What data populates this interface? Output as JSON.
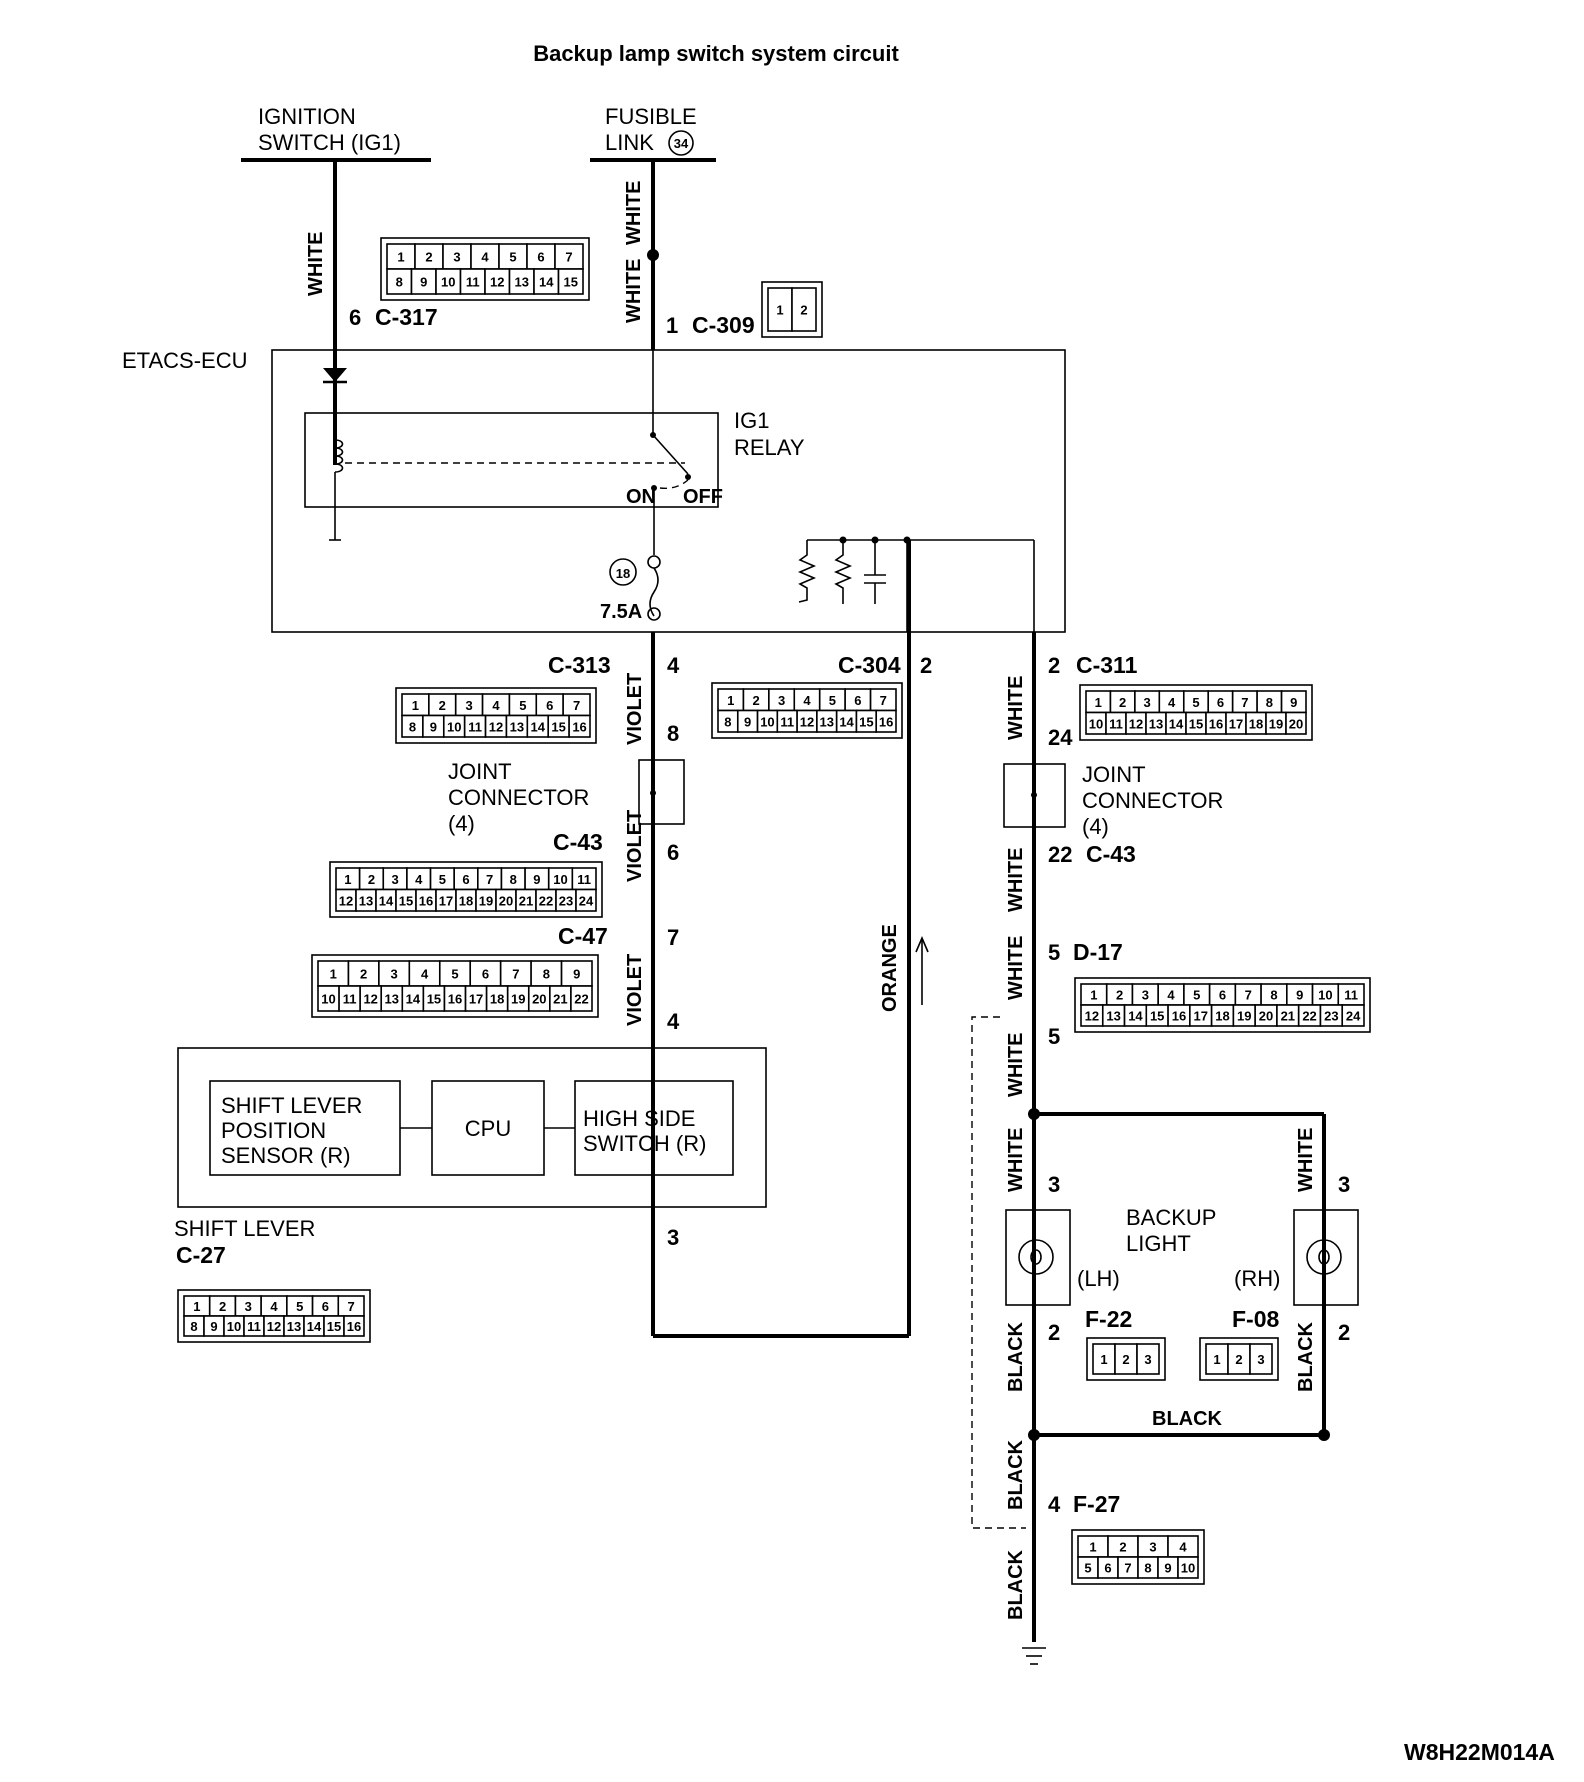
{
  "title": "Backup lamp switch system circuit",
  "figure_code": "W8H22M014A",
  "sources": {
    "ignition": [
      "IGNITION",
      "SWITCH (IG1)"
    ],
    "fusible": [
      "FUSIBLE",
      "LINK"
    ],
    "fusible_no": "34"
  },
  "ecu": {
    "name": "ETACS-ECU",
    "relay": [
      "IG1",
      "RELAY"
    ],
    "on": "ON",
    "off": "OFF",
    "fuse_no": "18",
    "fuse_rating": "7.5A"
  },
  "connectors": {
    "c317": "C-317",
    "c309": "C-309",
    "c313": "C-313",
    "c304": "C-304",
    "c311": "C-311",
    "c43": "C-43",
    "c47": "C-47",
    "c27": "C-27",
    "d17": "D-17",
    "f22": "F-22",
    "f08": "F-08",
    "f27": "F-27"
  },
  "pins": {
    "p6": "6",
    "p1": "1",
    "p4": "4",
    "p8": "8",
    "p7": "7",
    "p3": "3",
    "p2": "2",
    "p24": "24",
    "p22": "22",
    "p5": "5"
  },
  "wires": {
    "white": "WHITE",
    "violet": "VIOLET",
    "orange": "ORANGE",
    "black": "BLACK"
  },
  "joint_connector": [
    "JOINT",
    "CONNECTOR",
    "(4)"
  ],
  "shift_lever": {
    "name": "SHIFT LEVER",
    "sensor": [
      "SHIFT LEVER",
      "POSITION",
      "SENSOR (R)"
    ],
    "cpu": "CPU",
    "switch": [
      "HIGH SIDE",
      "SWITCH (R)"
    ]
  },
  "backup_light": {
    "name": [
      "BACKUP",
      "LIGHT"
    ],
    "lh": "(LH)",
    "rh": "(RH)"
  },
  "face_cells": {
    "c317": [
      [
        "1",
        "2",
        "3",
        "4",
        "5",
        "6",
        "7"
      ],
      [
        "8",
        "9",
        "10",
        "11",
        "12",
        "13",
        "14",
        "15"
      ]
    ],
    "c309": [
      [
        "1",
        "2"
      ]
    ],
    "c313": [
      [
        "1",
        "2",
        "3",
        "4",
        "5",
        "6",
        "7"
      ],
      [
        "8",
        "9",
        "10",
        "11",
        "12",
        "13",
        "14",
        "15",
        "16"
      ]
    ],
    "c304": [
      [
        "1",
        "2",
        "3",
        "4",
        "5",
        "6",
        "7"
      ],
      [
        "8",
        "9",
        "10",
        "11",
        "12",
        "13",
        "14",
        "15",
        "16"
      ]
    ],
    "c311": [
      [
        "1",
        "2",
        "3",
        "4",
        "5",
        "6",
        "7",
        "8",
        "9"
      ],
      [
        "10",
        "11",
        "12",
        "13",
        "14",
        "15",
        "16",
        "17",
        "18",
        "19",
        "20"
      ]
    ],
    "c43": [
      [
        "1",
        "2",
        "3",
        "4",
        "5",
        "6",
        "7",
        "8",
        "9",
        "10",
        "11"
      ],
      [
        "12",
        "13",
        "14",
        "15",
        "16",
        "17",
        "18",
        "19",
        "20",
        "21",
        "22",
        "23",
        "24"
      ]
    ],
    "c47": [
      [
        "1",
        "2",
        "3",
        "4",
        "5",
        "6",
        "7",
        "8",
        "9"
      ],
      [
        "10",
        "11",
        "12",
        "13",
        "14",
        "15",
        "16",
        "17",
        "18",
        "19",
        "20",
        "21",
        "22"
      ]
    ],
    "c27": [
      [
        "1",
        "2",
        "3",
        "4",
        "5",
        "6",
        "7"
      ],
      [
        "8",
        "9",
        "10",
        "11",
        "12",
        "13",
        "14",
        "15",
        "16"
      ]
    ],
    "d17": [
      [
        "1",
        "2",
        "3",
        "4",
        "5",
        "6",
        "7",
        "8",
        "9",
        "10",
        "11"
      ],
      [
        "12",
        "13",
        "14",
        "15",
        "16",
        "17",
        "18",
        "19",
        "20",
        "21",
        "22",
        "23",
        "24"
      ]
    ],
    "f22": [
      [
        "1",
        "2",
        "3"
      ]
    ],
    "f08": [
      [
        "1",
        "2",
        "3"
      ]
    ],
    "f27": [
      [
        "1",
        "2",
        "3",
        "4"
      ],
      [
        "5",
        "6",
        "7",
        "8",
        "9",
        "10"
      ]
    ]
  }
}
